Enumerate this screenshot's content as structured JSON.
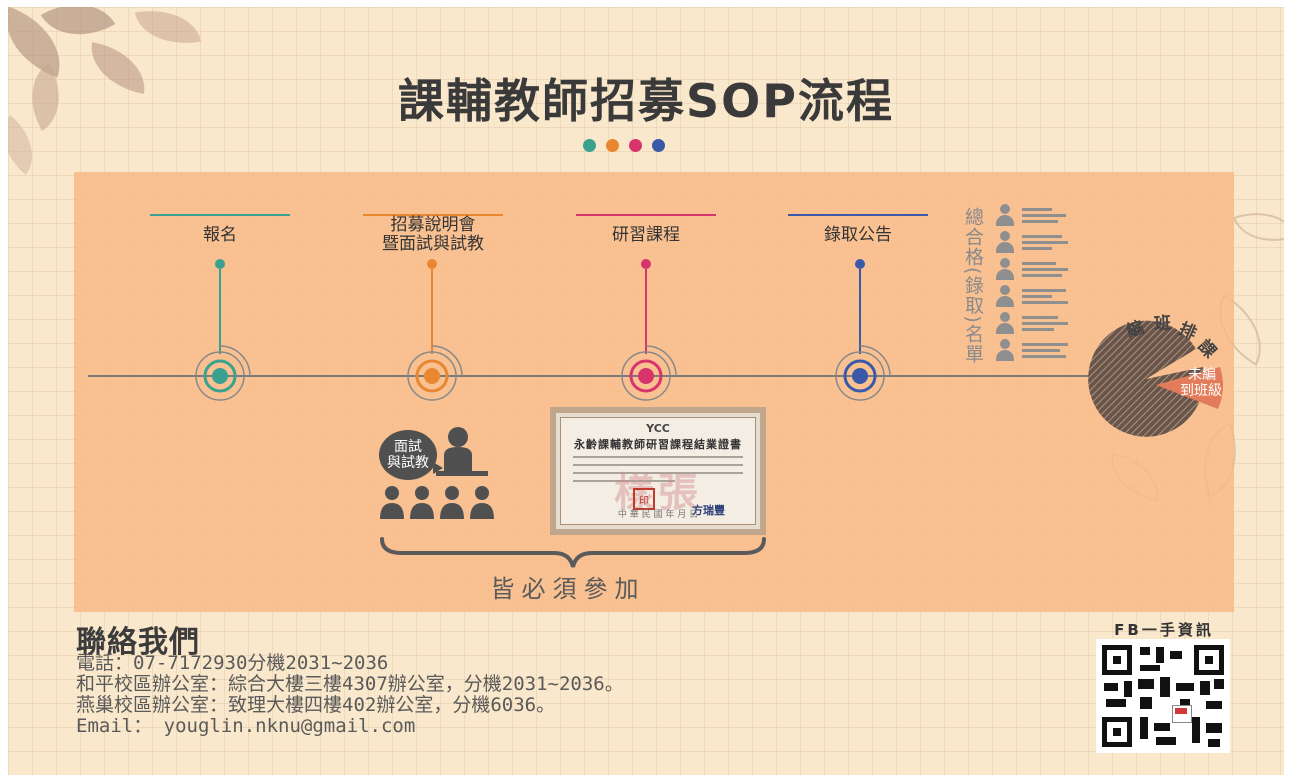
{
  "title": "課輔教師招募SOP流程",
  "colors": {
    "teal": "#3aa18f",
    "orange": "#e8872f",
    "pink": "#d9336b",
    "blue": "#3a5aa8",
    "band": "#f8b682",
    "text": "#3a3a3a"
  },
  "steps": [
    {
      "label_line1": "報名",
      "label_line2": "",
      "color": "#3aa18f"
    },
    {
      "label_line1": "招募說明會",
      "label_line2": "暨面試與試教",
      "color": "#e8872f"
    },
    {
      "label_line1": "研習課程",
      "label_line2": "",
      "color": "#d9336b"
    },
    {
      "label_line1": "錄取公告",
      "label_line2": "",
      "color": "#3a5aa8"
    }
  ],
  "vertical_label": "總合格(錄取)名單",
  "interview_bubble": {
    "line1": "面試",
    "line2": "與試教"
  },
  "certificate": {
    "logo": "YCC",
    "title": "永齡課輔教師研習課程結業證書",
    "watermark": "樣張",
    "seal": "印",
    "signature": "方瑞豐",
    "date": "中 華 民 國   年   月   日"
  },
  "brace_label": "皆必須參加",
  "pie": {
    "outer_label": [
      "編",
      "班",
      "排",
      "課"
    ],
    "slice_label_line1": "未編",
    "slice_label_line2": "到班級"
  },
  "contact": {
    "heading": "聯絡我們",
    "phone": "電話：07-7172930分機2031~2036",
    "heping": "和平校區辦公室：綜合大樓三樓4307辦公室，分機2031~2036。",
    "yanchao": "燕巢校區辦公室：致理大樓四樓402辦公室，分機6036。",
    "email": "Email： youglin.nknu@gmail.com"
  },
  "fb_label": "FB一手資訊"
}
